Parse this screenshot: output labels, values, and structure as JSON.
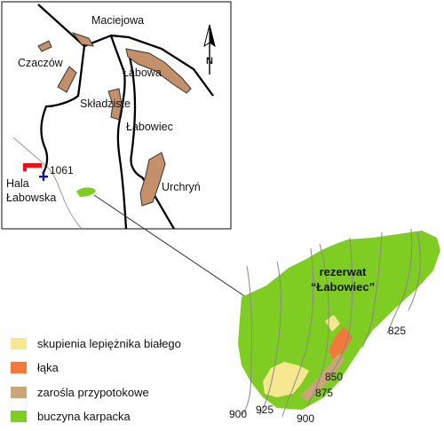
{
  "inset_map": {
    "places": {
      "maciejowa": "Maciejowa",
      "czaczow": "Czaczów",
      "labowa": "Łabowa",
      "skladziste": "Składziste",
      "labowiec": "Łabowiec",
      "urchryn": "Urchryń",
      "hala_line1": "Hala",
      "hala_line2": "Łabowska"
    },
    "summit_elevation": "1061",
    "north_label": "N"
  },
  "reserve_map": {
    "title_line1": "rezerwat",
    "title_line2": "“Łabowiec”",
    "contours": [
      "825",
      "850",
      "875",
      "900",
      "925",
      "900"
    ]
  },
  "legend": {
    "items": [
      {
        "label": "skupienia lepiężnika białego",
        "color": "#f7e890"
      },
      {
        "label": "łąka",
        "color": "#f07a3c"
      },
      {
        "label": "zarośla przypotokowe",
        "color": "#c9a678"
      },
      {
        "label": "buczyna karpacka",
        "color": "#7fcc22"
      }
    ]
  },
  "colors": {
    "village": "#c4906a",
    "hut": "#e8101a",
    "summit_cross": "#1a1a8c",
    "forest": "#7fcc22"
  }
}
